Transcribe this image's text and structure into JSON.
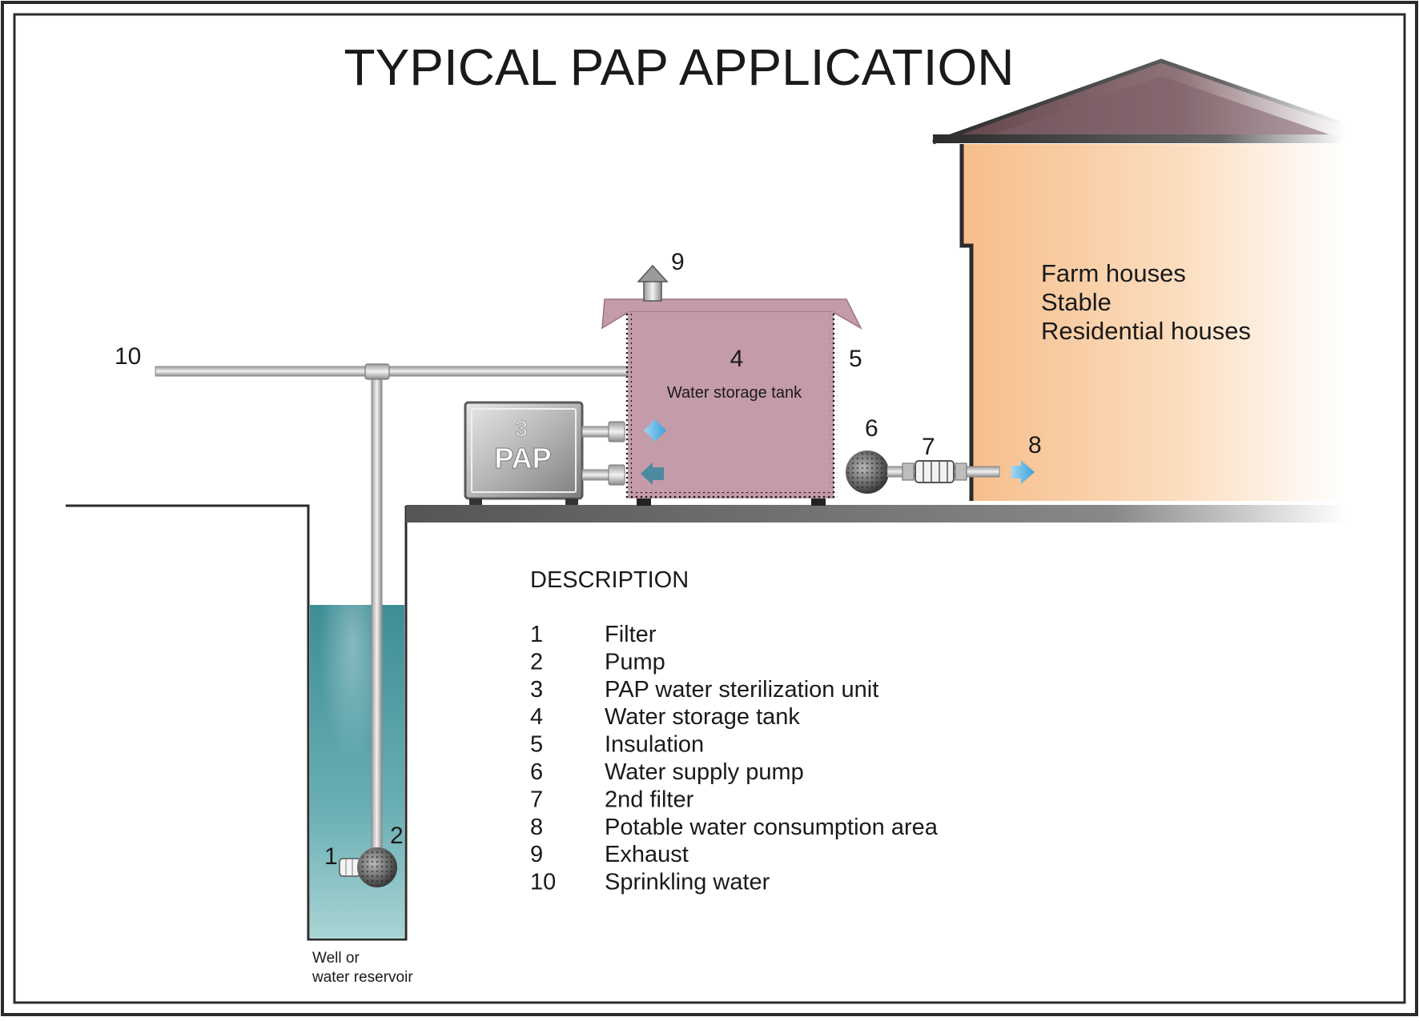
{
  "title": "TYPICAL PAP APPLICATION",
  "callouts": {
    "filter": "1",
    "pump": "2",
    "pap_unit": "3",
    "tank": "4",
    "insulation": "5",
    "supply_pump": "6",
    "second_filter": "7",
    "consumption": "8",
    "exhaust": "9",
    "sprinkling": "10"
  },
  "pap_label": "PAP",
  "tank_label": "Water storage tank",
  "house_lines": [
    "Farm houses",
    "Stable",
    "Residential houses"
  ],
  "well_lines": [
    "Well or",
    "water reservoir"
  ],
  "description": {
    "heading": "DESCRIPTION",
    "items": [
      {
        "num": "1",
        "text": "Filter"
      },
      {
        "num": "2",
        "text": "Pump"
      },
      {
        "num": "3",
        "text": "PAP water sterilization unit"
      },
      {
        "num": "4",
        "text": "Water storage tank"
      },
      {
        "num": "5",
        "text": "Insulation"
      },
      {
        "num": "6",
        "text": "Water supply pump"
      },
      {
        "num": "7",
        "text": "2nd filter"
      },
      {
        "num": "8",
        "text": "Potable water consumption area"
      },
      {
        "num": "9",
        "text": "Exhaust"
      },
      {
        "num": "10",
        "text": "Sprinkling water"
      }
    ]
  },
  "colors": {
    "house_wall": "#f6bd8a",
    "roof": "#6e4f55",
    "tank": "#c49ba8",
    "water": "#4e9aa1",
    "flow_arrow": "#5ab4e8"
  }
}
